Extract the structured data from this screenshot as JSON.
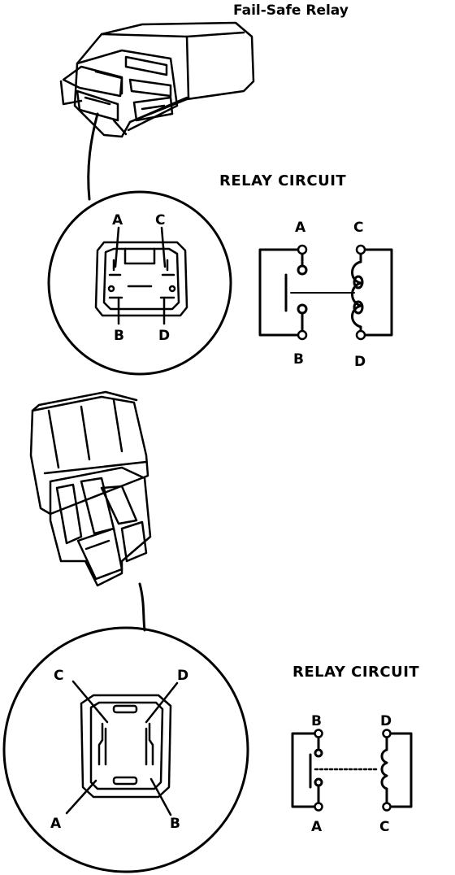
{
  "title": "Fail-Safe Relay",
  "top": {
    "heading": "RELAY CIRCUIT",
    "connector_pins": {
      "a": "A",
      "b": "B",
      "c": "C",
      "d": "D"
    },
    "circuit_pins": {
      "top_left": "A",
      "top_right": "C",
      "bottom_left": "B",
      "bottom_right": "D"
    }
  },
  "bottom": {
    "heading": "RELAY CIRCUIT",
    "connector_pins": {
      "c": "C",
      "d": "D",
      "a": "A",
      "b": "B"
    },
    "circuit_pins": {
      "top_left": "B",
      "top_right": "D",
      "bottom_left": "A",
      "bottom_right": "C"
    }
  }
}
